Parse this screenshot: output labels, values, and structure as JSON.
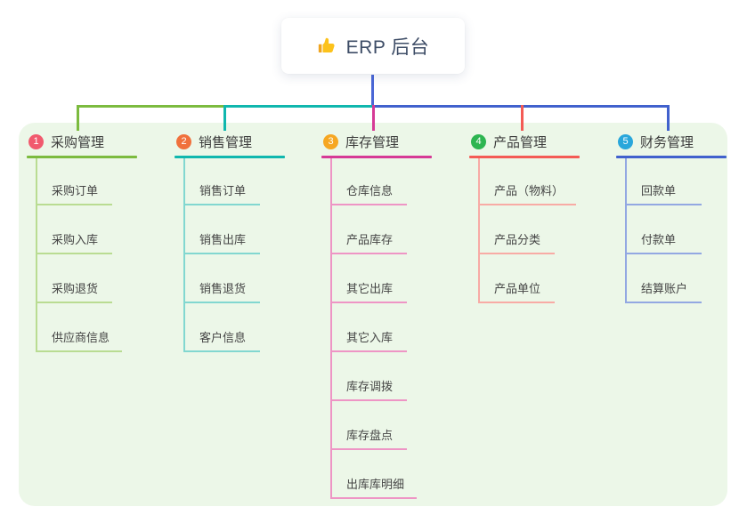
{
  "root": {
    "title": "ERP 后台",
    "icon": "thumbs-up-icon",
    "stem_color": "#4a67d6"
  },
  "panel": {
    "background": "#ecf7e8"
  },
  "branches": [
    {
      "number": "1",
      "title": "采购管理",
      "badge_color": "#f15a6e",
      "line_color": "#7cbb3f",
      "child_line_color": "#b9dc92",
      "children": [
        "采购订单",
        "采购入库",
        "采购退货",
        "供应商信息"
      ]
    },
    {
      "number": "2",
      "title": "销售管理",
      "badge_color": "#f0713c",
      "line_color": "#10b7ae",
      "child_line_color": "#82d7d0",
      "children": [
        "销售订单",
        "销售出库",
        "销售退货",
        "客户信息"
      ]
    },
    {
      "number": "3",
      "title": "库存管理",
      "badge_color": "#f6a722",
      "line_color": "#d63a96",
      "child_line_color": "#ee95c5",
      "children": [
        "仓库信息",
        "产品库存",
        "其它出库",
        "其它入库",
        "库存调拨",
        "库存盘点",
        "出库库明细"
      ]
    },
    {
      "number": "4",
      "title": "产品管理",
      "badge_color": "#2db551",
      "line_color": "#f45b55",
      "child_line_color": "#f8aba5",
      "children": [
        "产品（物料）",
        "产品分类",
        "产品单位"
      ]
    },
    {
      "number": "5",
      "title": "财务管理",
      "badge_color": "#29a7db",
      "line_color": "#4161cd",
      "child_line_color": "#93a8e2",
      "children": [
        "回款单",
        "付款单",
        "结算账户"
      ]
    }
  ]
}
